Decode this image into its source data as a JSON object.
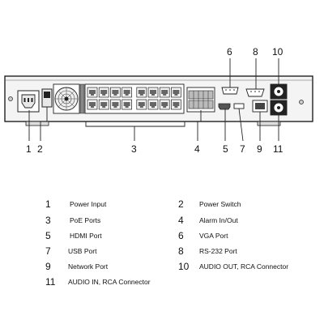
{
  "callouts": {
    "c1": "1",
    "c2": "2",
    "c3": "3",
    "c4": "4",
    "c5": "5",
    "c6": "6",
    "c7": "7",
    "c8": "8",
    "c9": "9",
    "c10": "10",
    "c11": "11"
  },
  "legend": [
    {
      "num": "1",
      "label": "Power Input"
    },
    {
      "num": "2",
      "label": "Power Switch"
    },
    {
      "num": "3",
      "label": "PoE Ports"
    },
    {
      "num": "4",
      "label": "Alarm In/Out"
    },
    {
      "num": "5",
      "label": "HDMI Port"
    },
    {
      "num": "6",
      "label": "VGA Port"
    },
    {
      "num": "7",
      "label": "USB Port"
    },
    {
      "num": "8",
      "label": "RS-232 Port"
    },
    {
      "num": "9",
      "label": "Network Port"
    },
    {
      "num": "10",
      "label": "AUDIO OUT, RCA Connector"
    },
    {
      "num": "11",
      "label": "AUDIO IN, RCA Connector"
    }
  ]
}
